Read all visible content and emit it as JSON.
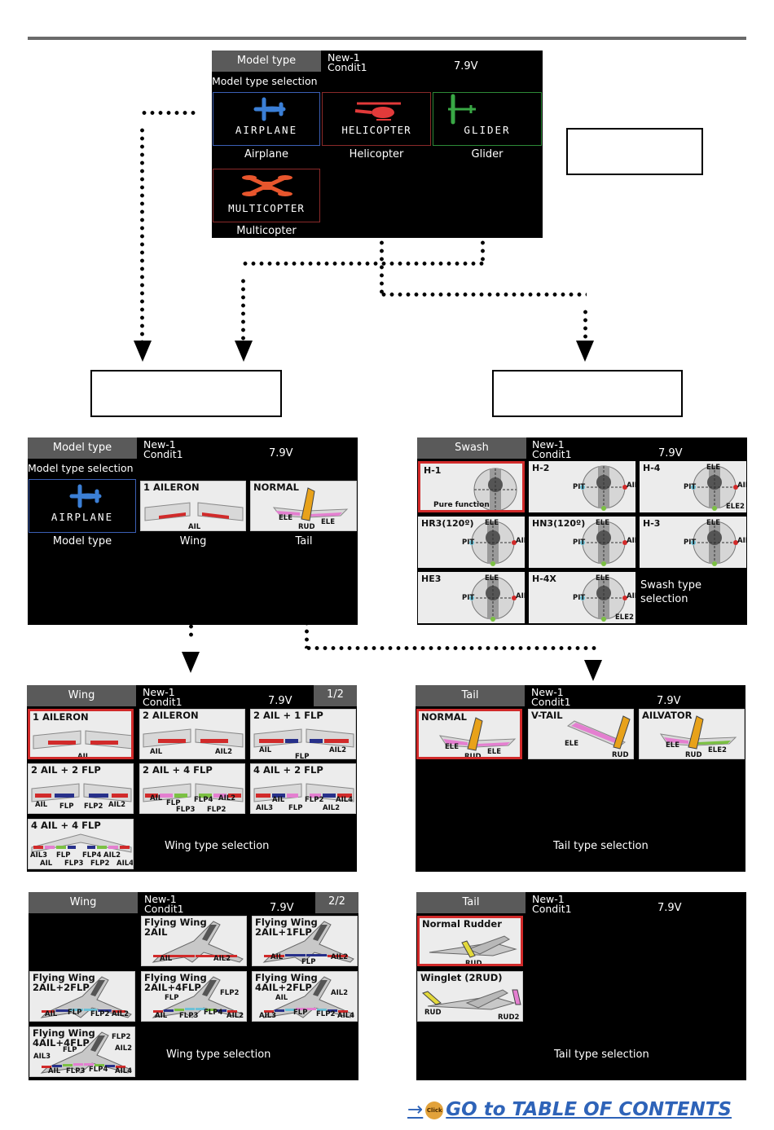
{
  "common": {
    "model_name": "New-1",
    "condition": "Condit1",
    "voltage": "7.9V"
  },
  "screen_model": {
    "tab": "Model type",
    "subtitle": "Model type selection",
    "tiles": [
      {
        "text": "AIRPLANE",
        "label": "Airplane",
        "color": "#3b7fd6"
      },
      {
        "text": "HELICOPTER",
        "label": "Helicopter",
        "color": "#e23a3a"
      },
      {
        "text": "GLIDER",
        "label": "Glider",
        "color": "#39a845"
      },
      {
        "text": "MULTICOPTER",
        "label": "Multicopter",
        "color": "#e8562d"
      }
    ]
  },
  "screen_airplane": {
    "tab": "Model type",
    "subtitle": "Model type selection",
    "tile_text": "AIRPLANE",
    "labels": [
      "Model type",
      "Wing",
      "Tail"
    ],
    "wing_title": "1 AILERON",
    "wing_tags": [
      "AIL"
    ],
    "tail_title": "NORMAL",
    "tail_tags": [
      "ELE",
      "RUD",
      "ELE"
    ]
  },
  "screen_swash": {
    "tab": "Swash",
    "footer": "Swash type\nselection",
    "tiles": [
      {
        "title": "H-1",
        "note": "Pure function"
      },
      {
        "title": "H-2"
      },
      {
        "title": "H-4"
      },
      {
        "title": "HR3(120º)"
      },
      {
        "title": "HN3(120º)"
      },
      {
        "title": "H-3"
      },
      {
        "title": "HE3"
      },
      {
        "title": "H-4X"
      }
    ],
    "tags": [
      "PIT",
      "AIL",
      "ELE",
      "ELE2"
    ]
  },
  "screen_wing1": {
    "tab": "Wing",
    "page": "1/2",
    "footer": "Wing type selection",
    "tiles": [
      {
        "title": "1 AILERON",
        "tags": [
          "AIL"
        ]
      },
      {
        "title": "2 AILERON",
        "tags": [
          "AIL",
          "AIL2"
        ]
      },
      {
        "title": "2 AIL + 1 FLP",
        "tags": [
          "AIL",
          "FLP",
          "AIL2"
        ]
      },
      {
        "title": "2 AIL + 2 FLP",
        "tags": [
          "AIL",
          "FLP",
          "FLP2",
          "AIL2"
        ]
      },
      {
        "title": "2 AIL + 4 FLP",
        "tags": [
          "AIL",
          "FLP",
          "FLP4",
          "AIL2",
          "FLP3",
          "FLP2"
        ]
      },
      {
        "title": "4 AIL + 2 FLP",
        "tags": [
          "AIL",
          "FLP2",
          "AIL4",
          "AIL3",
          "FLP",
          "AIL2"
        ]
      },
      {
        "title": "4 AIL + 4 FLP",
        "tags": [
          "AIL3",
          "FLP",
          "FLP4",
          "AIL2",
          "AIL",
          "FLP3",
          "FLP2",
          "AIL4"
        ]
      }
    ]
  },
  "screen_tail1": {
    "tab": "Tail",
    "footer": "Tail type selection",
    "tiles": [
      {
        "title": "NORMAL",
        "tags": [
          "ELE",
          "RUD",
          "ELE"
        ]
      },
      {
        "title": "V-TAIL",
        "tags": [
          "ELE",
          "RUD"
        ]
      },
      {
        "title": "AILVATOR",
        "tags": [
          "ELE",
          "RUD",
          "ELE2"
        ]
      }
    ]
  },
  "screen_wing2": {
    "tab": "Wing",
    "page": "2/2",
    "footer": "Wing type selection",
    "tiles": [
      {
        "title": "Flying Wing\n2AIL",
        "tags": [
          "AIL",
          "AIL2"
        ]
      },
      {
        "title": "Flying Wing\n2AIL+1FLP",
        "tags": [
          "AIL",
          "FLP",
          "AIL2"
        ]
      },
      {
        "title": "Flying Wing\n2AIL+2FLP",
        "tags": [
          "AIL",
          "FLP",
          "FLP2",
          "AIL2"
        ]
      },
      {
        "title": "Flying Wing\n2AIL+4FLP",
        "tags": [
          "FLP",
          "FLP2",
          "AIL",
          "FLP3",
          "FLP4",
          "AIL2"
        ]
      },
      {
        "title": "Flying Wing\n4AIL+2FLP",
        "tags": [
          "AIL",
          "AIL2",
          "AIL3",
          "FLP",
          "FLP2",
          "AIL4"
        ]
      },
      {
        "title": "Flying Wing\n4AIL+4FLP",
        "tags": [
          "FLP2",
          "FLP",
          "AIL2",
          "AIL3",
          "AIL",
          "FLP3",
          "FLP4",
          "AIL4"
        ]
      }
    ]
  },
  "screen_tail2": {
    "tab": "Tail",
    "footer": "Tail type selection",
    "tiles": [
      {
        "title": "Normal Rudder",
        "tags": [
          "RUD"
        ]
      },
      {
        "title": "Winglet (2RUD)",
        "tags": [
          "RUD",
          "RUD2"
        ]
      }
    ]
  },
  "toc_link": "GO to TABLE OF CONTENTS",
  "toc_click": "Click",
  "toc_arrow": "→",
  "colors": {
    "red": "#d12a2a",
    "blue": "#27308a",
    "cyan": "#6cc0d6",
    "pink": "#e47fd0",
    "green": "#7bc043",
    "yellow": "#e3d93a",
    "orange": "#e8a21a"
  }
}
